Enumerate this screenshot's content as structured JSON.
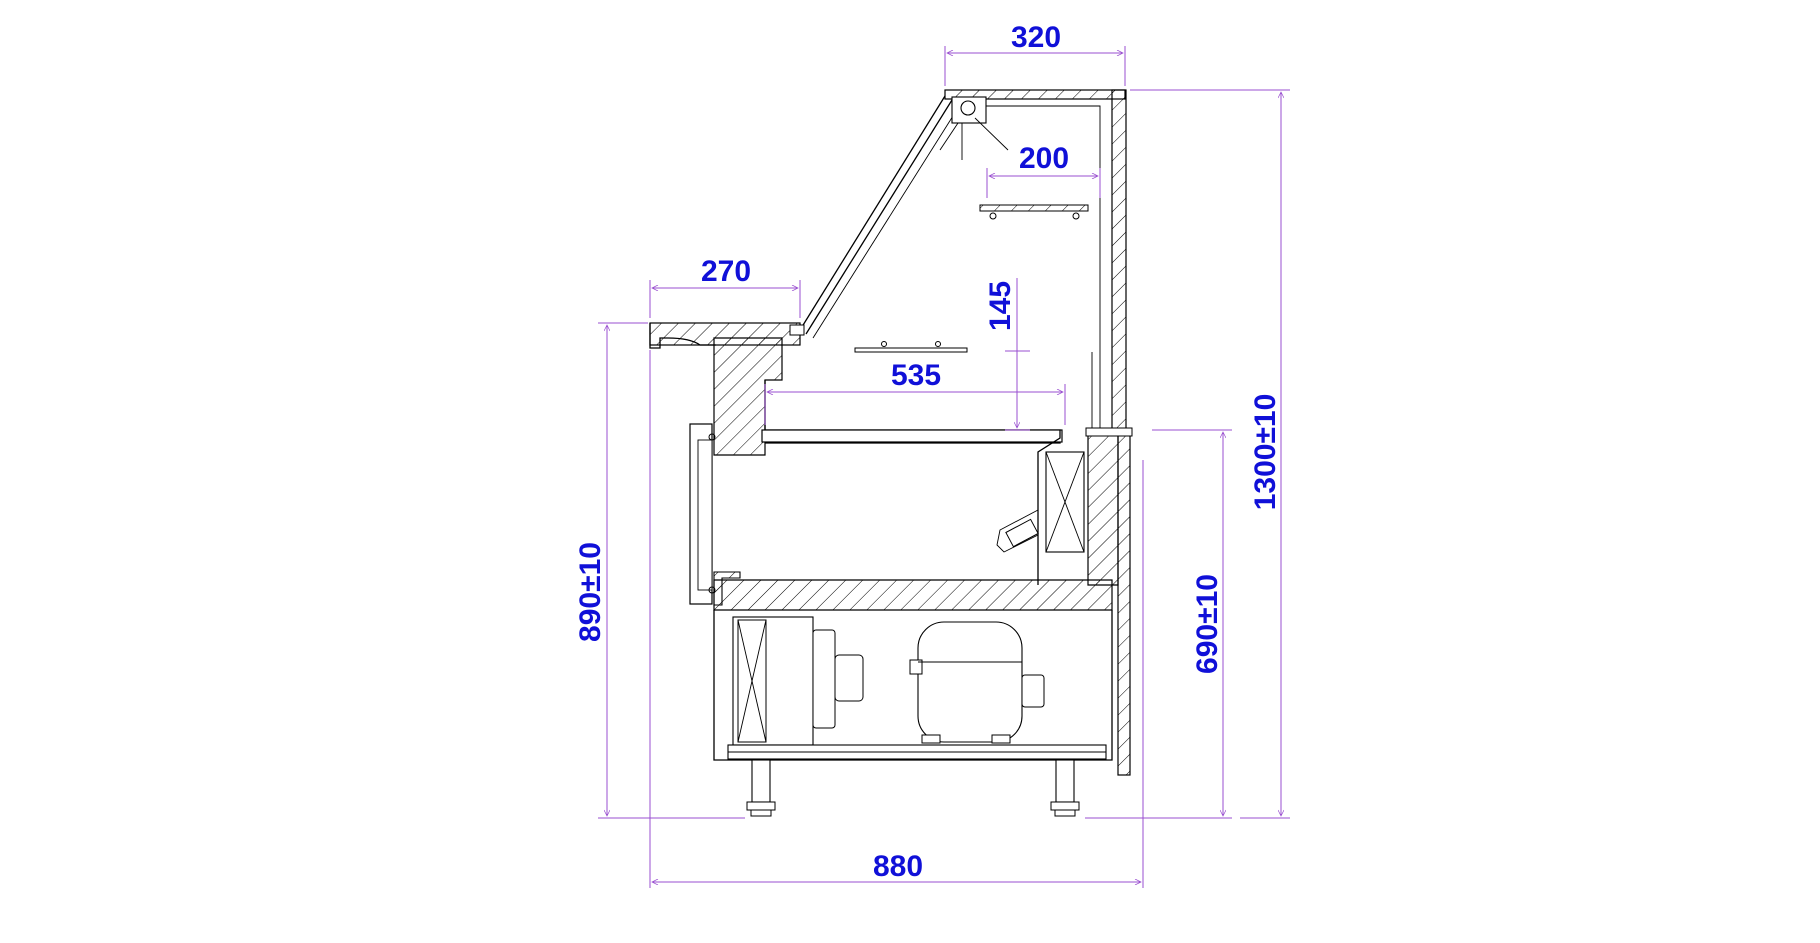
{
  "colors": {
    "dimension_text": "#1010d8",
    "dimension_line": "#9a4fd0",
    "outline": "#000000",
    "background": "#ffffff"
  },
  "dimensions": {
    "top_width": "320",
    "shelf_upper_depth": "200",
    "counter_depth": "270",
    "shelf_gap": "145",
    "deck_depth": "535",
    "overall_width": "880",
    "counter_height": "890±10",
    "deck_height": "690±10",
    "overall_height": "1300±10"
  }
}
